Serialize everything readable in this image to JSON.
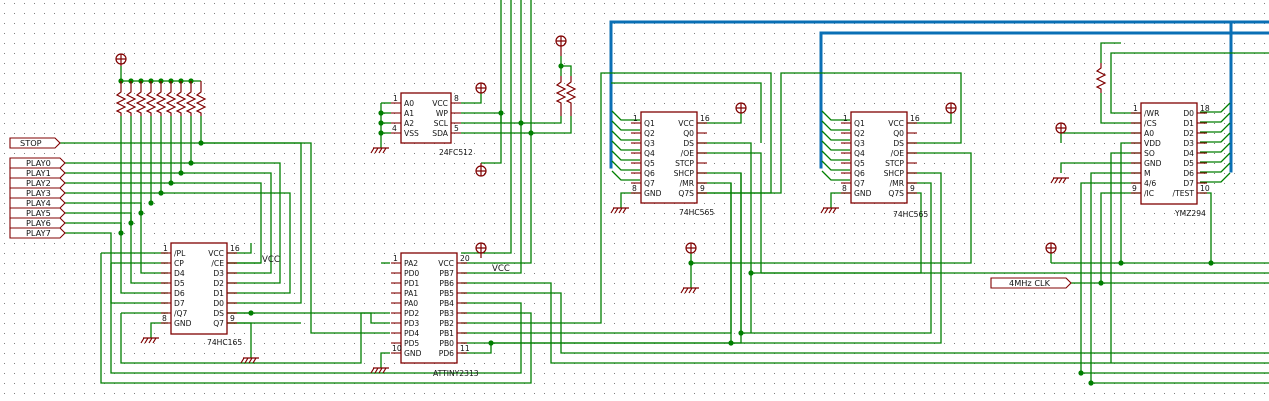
{
  "colors": {
    "background": "#ffffff",
    "grid_dot": "#7f7f7f",
    "wire": "#007f00",
    "bus": "#0a6fb5",
    "component": "#800000",
    "text": "#121212"
  },
  "labels": {
    "stop": "STOP",
    "play": [
      "PLAY0",
      "PLAY1",
      "PLAY2",
      "PLAY3",
      "PLAY4",
      "PLAY5",
      "PLAY6",
      "PLAY7"
    ],
    "clock": "4MHz CLK",
    "vcc_a": "VCC",
    "vcc_b": "VCC"
  },
  "components": {
    "eeprom": {
      "name": "24FC512",
      "left_pins": [
        "A0",
        "A1",
        "A2",
        "VSS"
      ],
      "right_pins": [
        "VCC",
        "WP",
        "SCL",
        "SDA"
      ],
      "pin_numbers": {
        "top_left": "1",
        "bottom_left": "4",
        "top_right": "8",
        "bottom_right": "5"
      }
    },
    "shift_in": {
      "name": "74HC165",
      "left_pins": [
        "/PL",
        "CP",
        "D4",
        "D5",
        "D6",
        "D7",
        "/Q7",
        "GND"
      ],
      "right_pins": [
        "VCC",
        "/CE",
        "D3",
        "D2",
        "D1",
        "D0",
        "DS",
        "Q7"
      ],
      "pin_numbers": {
        "top_left": "1",
        "bottom_left": "8",
        "top_right": "16",
        "bottom_right": "9"
      }
    },
    "mcu": {
      "name": "ATTINY2313",
      "left_pins": [
        "PA2",
        "PD0",
        "PD1",
        "PA1",
        "PA0",
        "PD2",
        "PD3",
        "PD4",
        "PD5",
        "GND"
      ],
      "right_pins": [
        "VCC",
        "PB7",
        "PB6",
        "PB5",
        "PB4",
        "PB3",
        "PB2",
        "PB1",
        "PB0",
        "PD6"
      ],
      "pin_numbers": {
        "top_left": "1",
        "bottom_left": "10",
        "top_right": "20",
        "bottom_right": "11"
      }
    },
    "shift_out_1": {
      "name": "74HC565",
      "left_pins": [
        "Q1",
        "Q2",
        "Q3",
        "Q4",
        "Q5",
        "Q6",
        "Q7",
        "GND"
      ],
      "right_pins": [
        "VCC",
        "Q0",
        "DS",
        "/OE",
        "STCP",
        "SHCP",
        "/MR",
        "Q7S"
      ],
      "pin_numbers": {
        "top_left": "1",
        "bottom_left": "8",
        "top_right": "16",
        "bottom_right": "9"
      }
    },
    "shift_out_2": {
      "name": "74HC565",
      "left_pins": [
        "Q1",
        "Q2",
        "Q3",
        "Q4",
        "Q5",
        "Q6",
        "Q7",
        "GND"
      ],
      "right_pins": [
        "VCC",
        "Q0",
        "DS",
        "/OE",
        "STCP",
        "SHCP",
        "/MR",
        "Q7S"
      ],
      "pin_numbers": {
        "top_left": "1",
        "bottom_left": "8",
        "top_right": "16",
        "bottom_right": "9"
      }
    },
    "sound_chip": {
      "name": "YMZ294",
      "left_pins": [
        "/WR",
        "/CS",
        "A0",
        "VDD",
        "SO",
        "GND",
        "M",
        "4/6",
        "/IC"
      ],
      "right_pins": [
        "D0",
        "D1",
        "D2",
        "D3",
        "D4",
        "D5",
        "D6",
        "D7",
        "/TEST"
      ],
      "pin_numbers": {
        "top_left": "1",
        "bottom_left": "9",
        "top_right": "18",
        "bottom_right": "10"
      }
    }
  }
}
